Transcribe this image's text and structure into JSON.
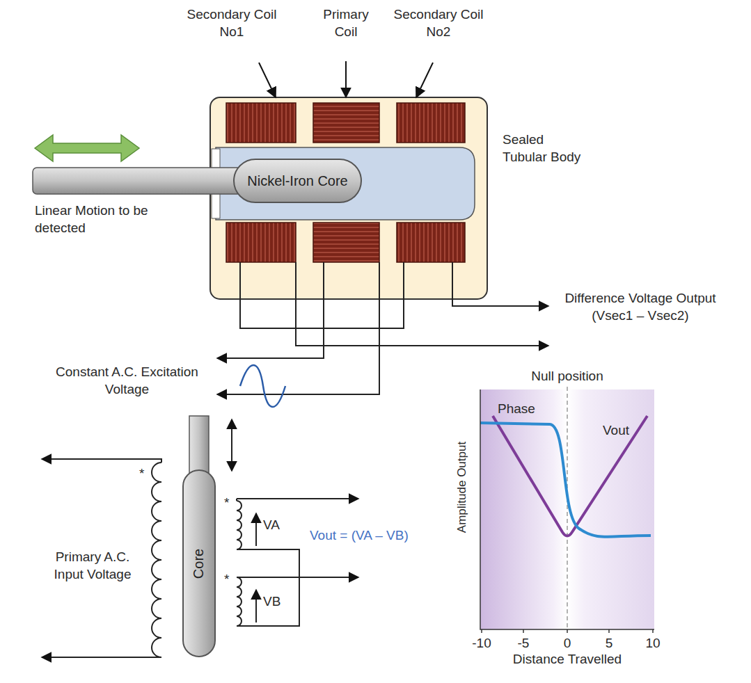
{
  "diagram": {
    "nodes": [
      {
        "text": [
          "Nickel-Iron Core"
        ]
      },
      {
        "text": [
          "Core"
        ]
      }
    ],
    "labels": [
      "Secondary Coil No1",
      "Primary Coil",
      "Secondary Coil No2",
      "Sealed Tubular Body",
      "Linear Motion to be detected",
      "Difference Voltage Output (Vsec1 – Vsec2)",
      "Constant A.C. Excitation Voltage",
      "Primary A.C. Input Voltage",
      "*",
      "*",
      "VA",
      "*",
      "VB",
      "Vout = (VA – VB)",
      "Null position",
      "Phase",
      "Vout",
      "Amplitude Output",
      "-10",
      "-5",
      "0",
      "5",
      "10",
      "Distance Travelled"
    ]
  }
}
